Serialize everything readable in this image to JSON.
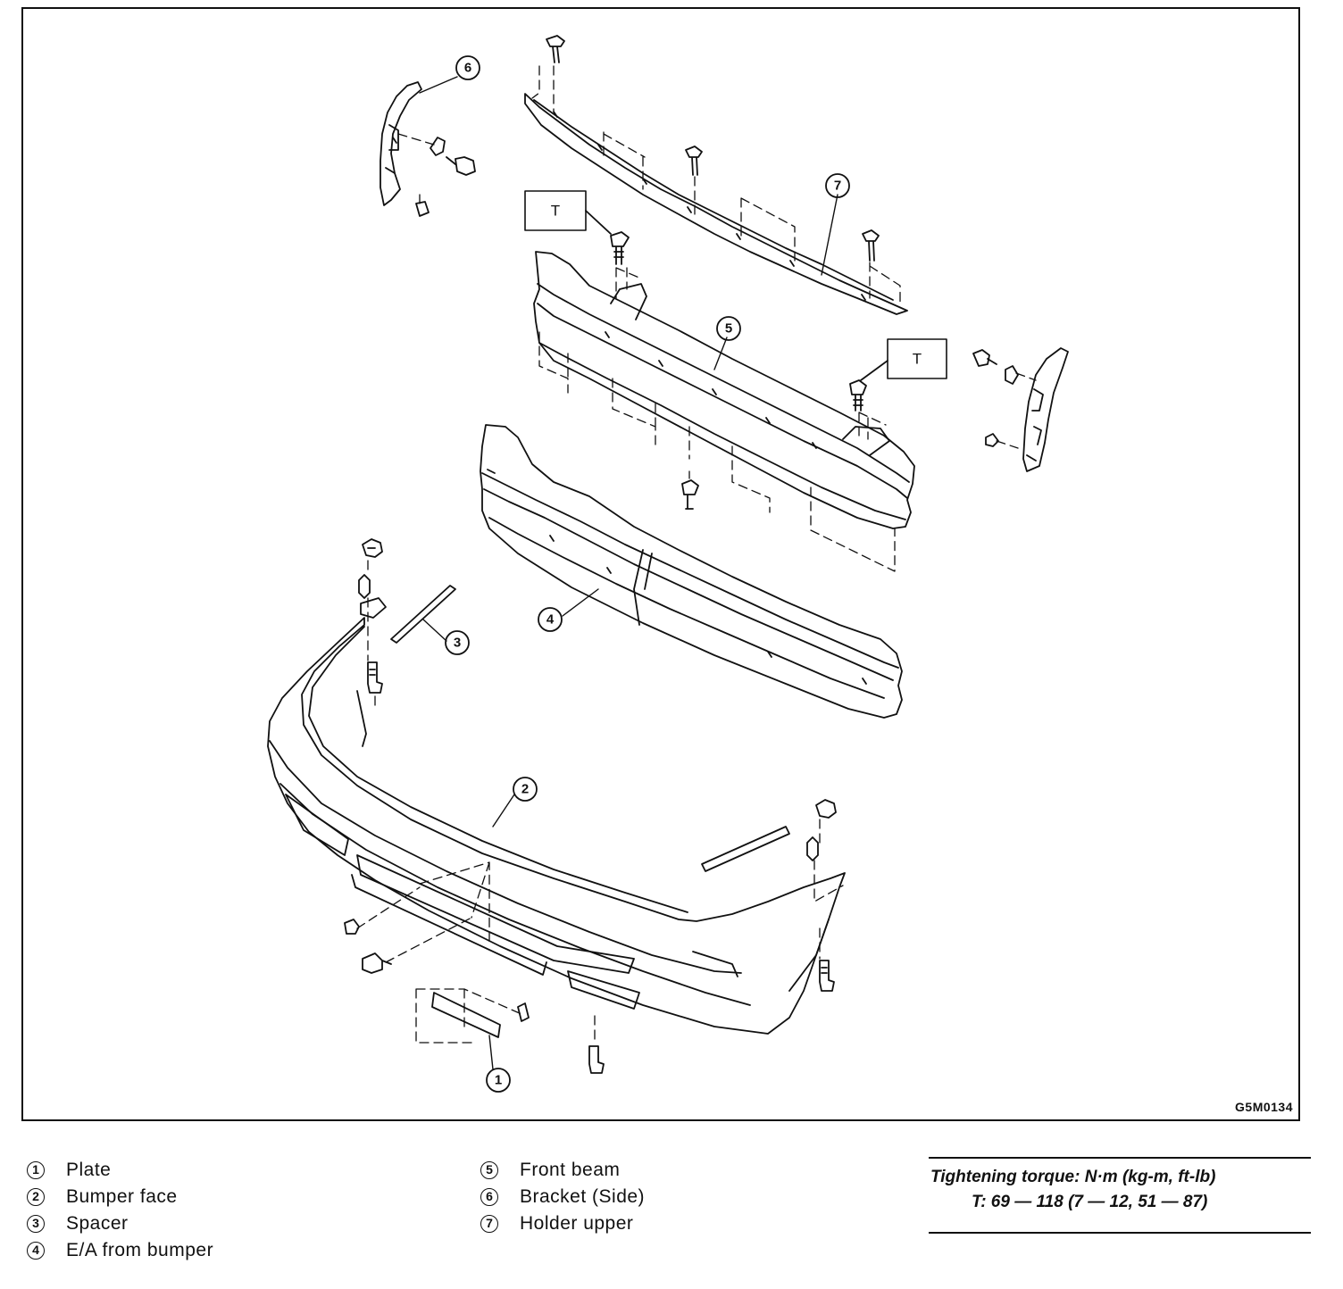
{
  "diagram": {
    "figure_code": "G5M0134",
    "callouts": [
      "1",
      "2",
      "3",
      "4",
      "5",
      "6",
      "7"
    ],
    "torque_marker": "T"
  },
  "legend": {
    "items": [
      {
        "num": "1",
        "label": "Plate"
      },
      {
        "num": "2",
        "label": "Bumper face"
      },
      {
        "num": "3",
        "label": "Spacer"
      },
      {
        "num": "4",
        "label": "E/A from bumper"
      },
      {
        "num": "5",
        "label": "Front beam"
      },
      {
        "num": "6",
        "label": "Bracket (Side)"
      },
      {
        "num": "7",
        "label": "Holder upper"
      }
    ]
  },
  "torque": {
    "title": "Tightening torque: N·m (kg-m, ft-lb)",
    "value": "T: 69 — 118 (7 — 12, 51 — 87)"
  }
}
